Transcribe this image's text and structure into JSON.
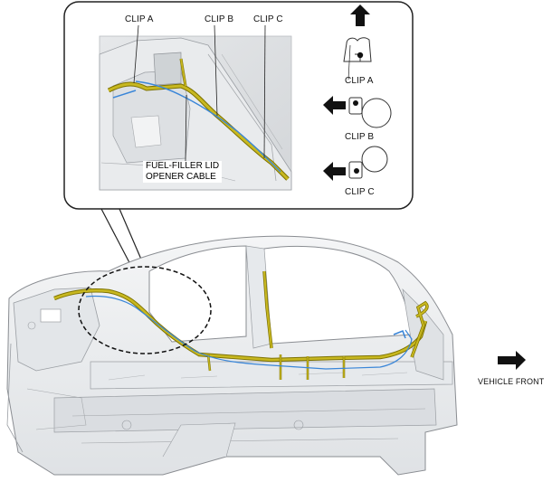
{
  "labels": {
    "clip_a_top": "CLIP A",
    "clip_b_top": "CLIP B",
    "clip_c_top": "CLIP C",
    "fuel_line1": "FUEL-FILLER LID",
    "fuel_line2": "OPENER CABLE",
    "clip_a_legend": "CLIP A",
    "clip_b_legend": "CLIP B",
    "clip_c_legend": "CLIP C",
    "vehicle_front": "VEHICLE FRONT"
  },
  "colors": {
    "harness": "#c8b820",
    "harness_dark": "#7d7200",
    "cable": "#3a86d8",
    "body_fill": "#eef0f2",
    "body_line": "#8a8d92"
  }
}
